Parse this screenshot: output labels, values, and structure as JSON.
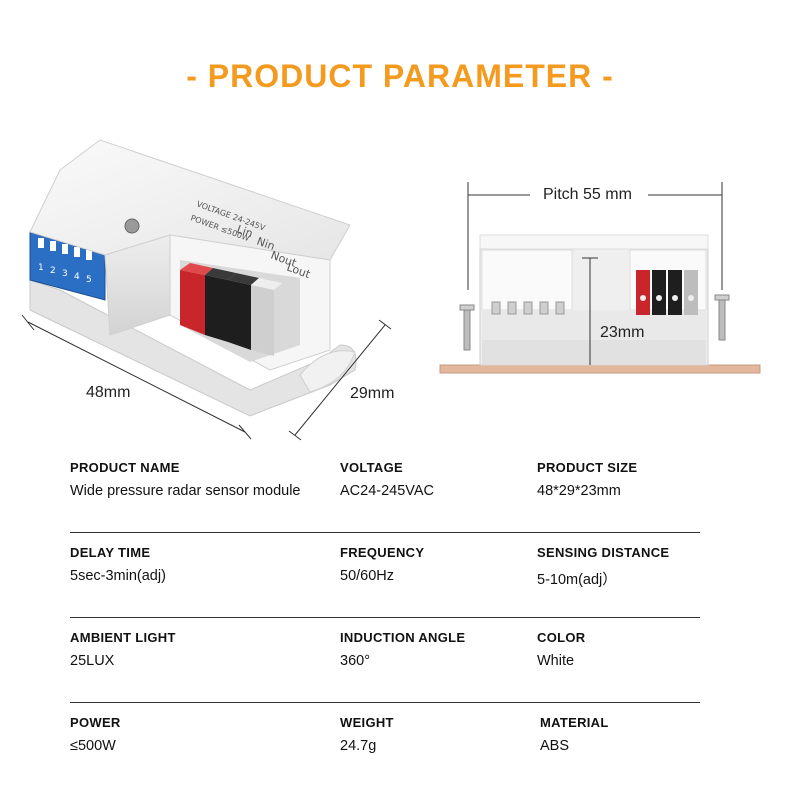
{
  "title": "- PRODUCT PARAMETER -",
  "dimensions": {
    "length": "48mm",
    "width": "29mm",
    "pitch": "Pitch 55 mm",
    "height": "23mm"
  },
  "device_labels": {
    "terminals": [
      "Lin",
      "Nin",
      "Nout",
      "Lout"
    ],
    "power": "POWER  ≤500W",
    "voltage": "VOLTAGE  24-245V",
    "dip_numbers": [
      "1",
      "2",
      "3",
      "4",
      "5"
    ]
  },
  "specs": [
    [
      {
        "label": "PRODUCT NAME",
        "value": "Wide pressure radar sensor module"
      },
      {
        "label": "VOLTAGE",
        "value": "AC24-245VAC"
      },
      {
        "label": "PRODUCT SIZE",
        "value": "48*29*23mm"
      }
    ],
    [
      {
        "label": "DELAY TIME",
        "value": "5sec-3min(adj)"
      },
      {
        "label": "FREQUENCY",
        "value": "50/60Hz"
      },
      {
        "label": "SENSING DISTANCE",
        "value": "5-10m(adj）"
      }
    ],
    [
      {
        "label": "AMBIENT LIGHT",
        "value": "25LUX"
      },
      {
        "label": "INDUCTION ANGLE",
        "value": "360°"
      },
      {
        "label": "COLOR",
        "value": "White"
      }
    ],
    [
      {
        "label": "POWER",
        "value": "≤500W"
      },
      {
        "label": "WEIGHT",
        "value": "24.7g"
      },
      {
        "label": "MATERIAL",
        "value": "ABS"
      }
    ]
  ],
  "colors": {
    "accent": "#f39a1f",
    "housing": "#f2f2f2",
    "dip_blue": "#2a6fc4",
    "terminal_red": "#c8262a",
    "terminal_black": "#1e1e1e",
    "mount_board": "#e2b79c"
  }
}
